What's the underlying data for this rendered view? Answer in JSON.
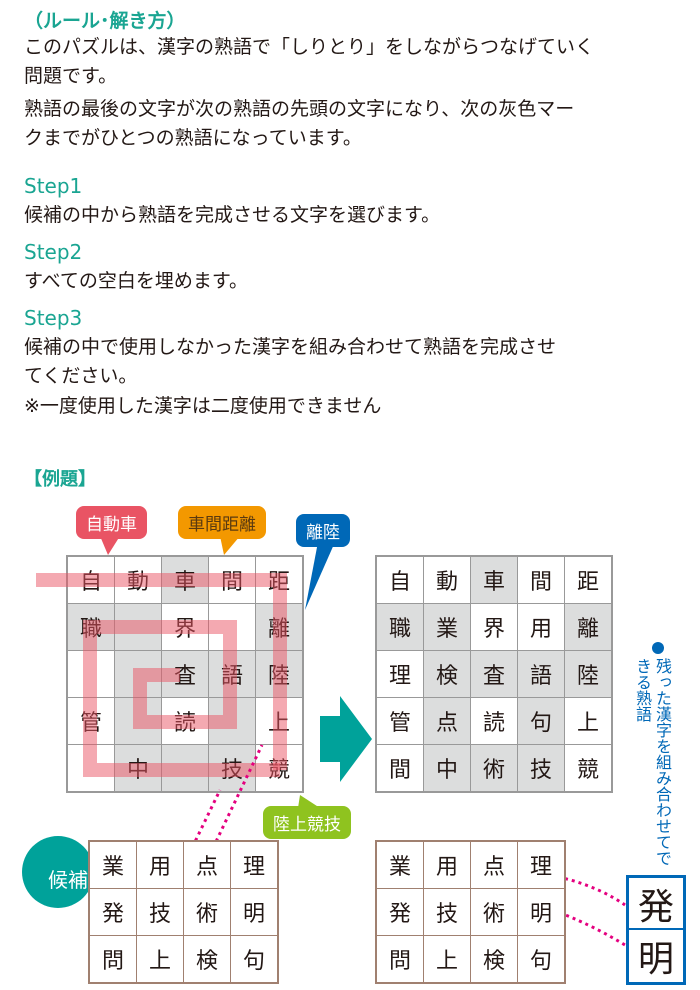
{
  "rules": {
    "title": "（ルール･解き方）",
    "lines": [
      "このパズルは、漢字の熟語で「しりとり」をしながらつなげていく",
      "問題です。",
      "熟語の最後の文字が次の熟語の先頭の文字になり、次の灰色マー",
      "クまでがひとつの熟語になっています。"
    ]
  },
  "steps": [
    {
      "label": "Step1",
      "lines": [
        "候補の中から熟語を完成させる文字を選びます。"
      ]
    },
    {
      "label": "Step2",
      "lines": [
        "すべての空白を埋めます。"
      ]
    },
    {
      "label": "Step3",
      "lines": [
        "候補の中で使用しなかった漢字を組み合わせて熟語を完成させ",
        "てください。",
        "※一度使用した漢字は二度使用できません"
      ]
    }
  ],
  "example": {
    "title": "【例題】",
    "bubbles": {
      "b1": "自動車",
      "b2": "車間距離",
      "b3": "離陸",
      "b4": "陸上競技"
    },
    "colors": {
      "b1": "#e95464",
      "b2": "#f39800",
      "b3": "#0068b7",
      "b4": "#8fc31f",
      "accent": "#00a29a",
      "magenta": "#e4007f"
    },
    "puzzle": [
      [
        "自",
        "動",
        "車",
        "間",
        "距"
      ],
      [
        "職",
        "",
        "界",
        "",
        "離"
      ],
      [
        "",
        "",
        "査",
        "語",
        "陸"
      ],
      [
        "管",
        "",
        "読",
        "",
        "上"
      ],
      [
        "",
        "中",
        "",
        "技",
        "競"
      ]
    ],
    "solution": [
      [
        "自",
        "動",
        "車",
        "間",
        "距"
      ],
      [
        "職",
        "業",
        "界",
        "用",
        "離"
      ],
      [
        "理",
        "検",
        "査",
        "語",
        "陸"
      ],
      [
        "管",
        "点",
        "読",
        "句",
        "上"
      ],
      [
        "間",
        "中",
        "術",
        "技",
        "競"
      ]
    ],
    "gray": [
      [
        0,
        0,
        1,
        0,
        0
      ],
      [
        1,
        1,
        0,
        0,
        1
      ],
      [
        0,
        1,
        1,
        1,
        1
      ],
      [
        0,
        1,
        0,
        1,
        0
      ],
      [
        0,
        1,
        1,
        1,
        0
      ]
    ],
    "candidates_label": "候補",
    "candidates": [
      [
        "業",
        "用",
        "点",
        "理"
      ],
      [
        "発",
        "技",
        "術",
        "明"
      ],
      [
        "問",
        "上",
        "検",
        "句"
      ]
    ],
    "remaining_note": "残った漢字を組み合わせてできる熟語",
    "answer": [
      "発",
      "明"
    ]
  }
}
